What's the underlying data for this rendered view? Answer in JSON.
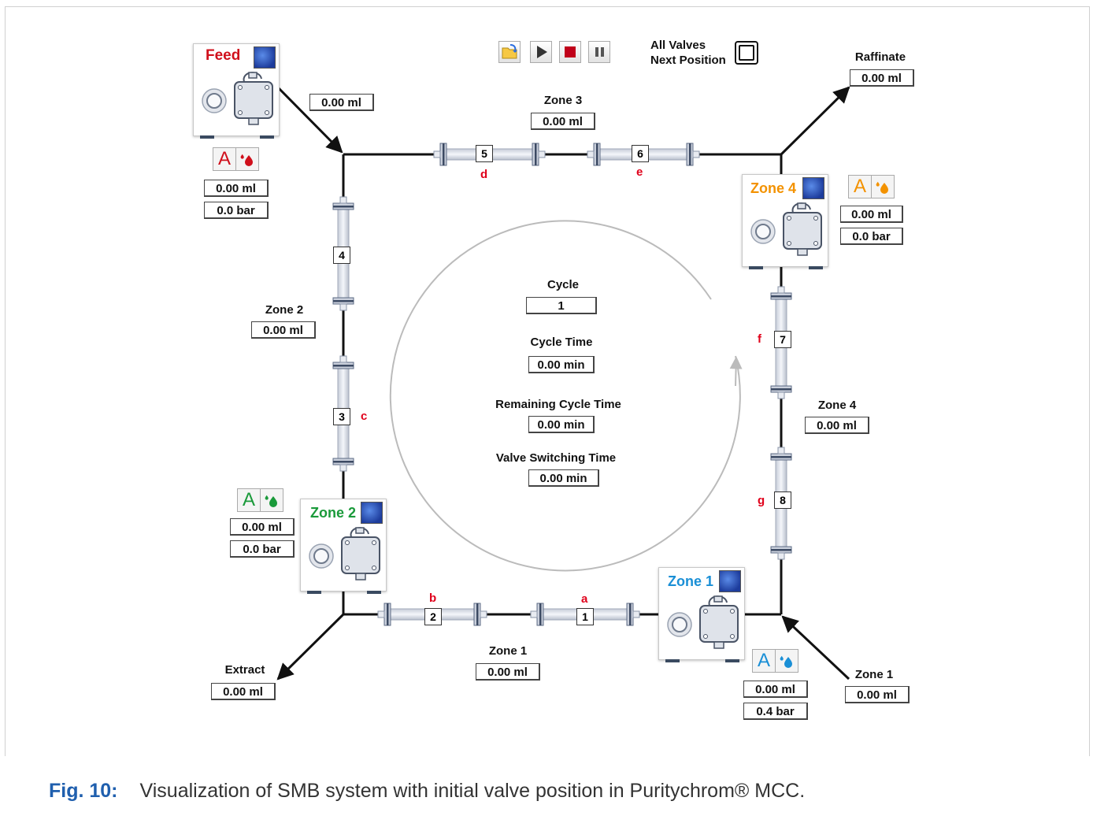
{
  "toolbar": {
    "all_valves_line1": "All Valves",
    "all_valves_line2": "Next Position"
  },
  "feed": {
    "title": "Feed",
    "a_label": "A",
    "volume": "0.00 ml",
    "pressure": "0.0 bar",
    "line_volume": "0.00 ml",
    "color": "#d0101c"
  },
  "pumps": {
    "zone4": {
      "title": "Zone 4",
      "a_label": "A",
      "volume": "0.00 ml",
      "pressure": "0.0 bar",
      "color": "#f39200"
    },
    "zone2": {
      "title": "Zone 2",
      "a_label": "A",
      "volume": "0.00 ml",
      "pressure": "0.0 bar",
      "color": "#1a9a3a"
    },
    "zone1": {
      "title": "Zone 1",
      "a_label": "A",
      "volume": "0.00 ml",
      "pressure": "0.4 bar",
      "color": "#1a8fd6"
    }
  },
  "outlets": {
    "raffinate": {
      "label": "Raffinate",
      "value": "0.00 ml"
    },
    "extract": {
      "label": "Extract",
      "value": "0.00 ml"
    },
    "zone1_in": {
      "label": "Zone 1",
      "value": "0.00 ml"
    }
  },
  "zones": {
    "zone3": {
      "label": "Zone 3",
      "value": "0.00 ml"
    },
    "zone2": {
      "label": "Zone 2",
      "value": "0.00 ml"
    },
    "zone4": {
      "label": "Zone 4",
      "value": "0.00 ml"
    },
    "zone1": {
      "label": "Zone 1",
      "value": "0.00 ml"
    }
  },
  "columns": [
    "1",
    "2",
    "3",
    "4",
    "5",
    "6",
    "7",
    "8"
  ],
  "ports": [
    "a",
    "b",
    "c",
    "d",
    "e",
    "f",
    "g"
  ],
  "center": {
    "cycle_label": "Cycle",
    "cycle_value": "1",
    "cycle_time_label": "Cycle Time",
    "cycle_time_value": "0.00 min",
    "remaining_label": "Remaining Cycle Time",
    "remaining_value": "0.00 min",
    "switching_label": "Valve Switching Time",
    "switching_value": "0.00 min"
  },
  "caption": {
    "fig": "Fig. 10:",
    "text": "Visualization of SMB system with initial valve position in Puritychrom® MCC."
  }
}
